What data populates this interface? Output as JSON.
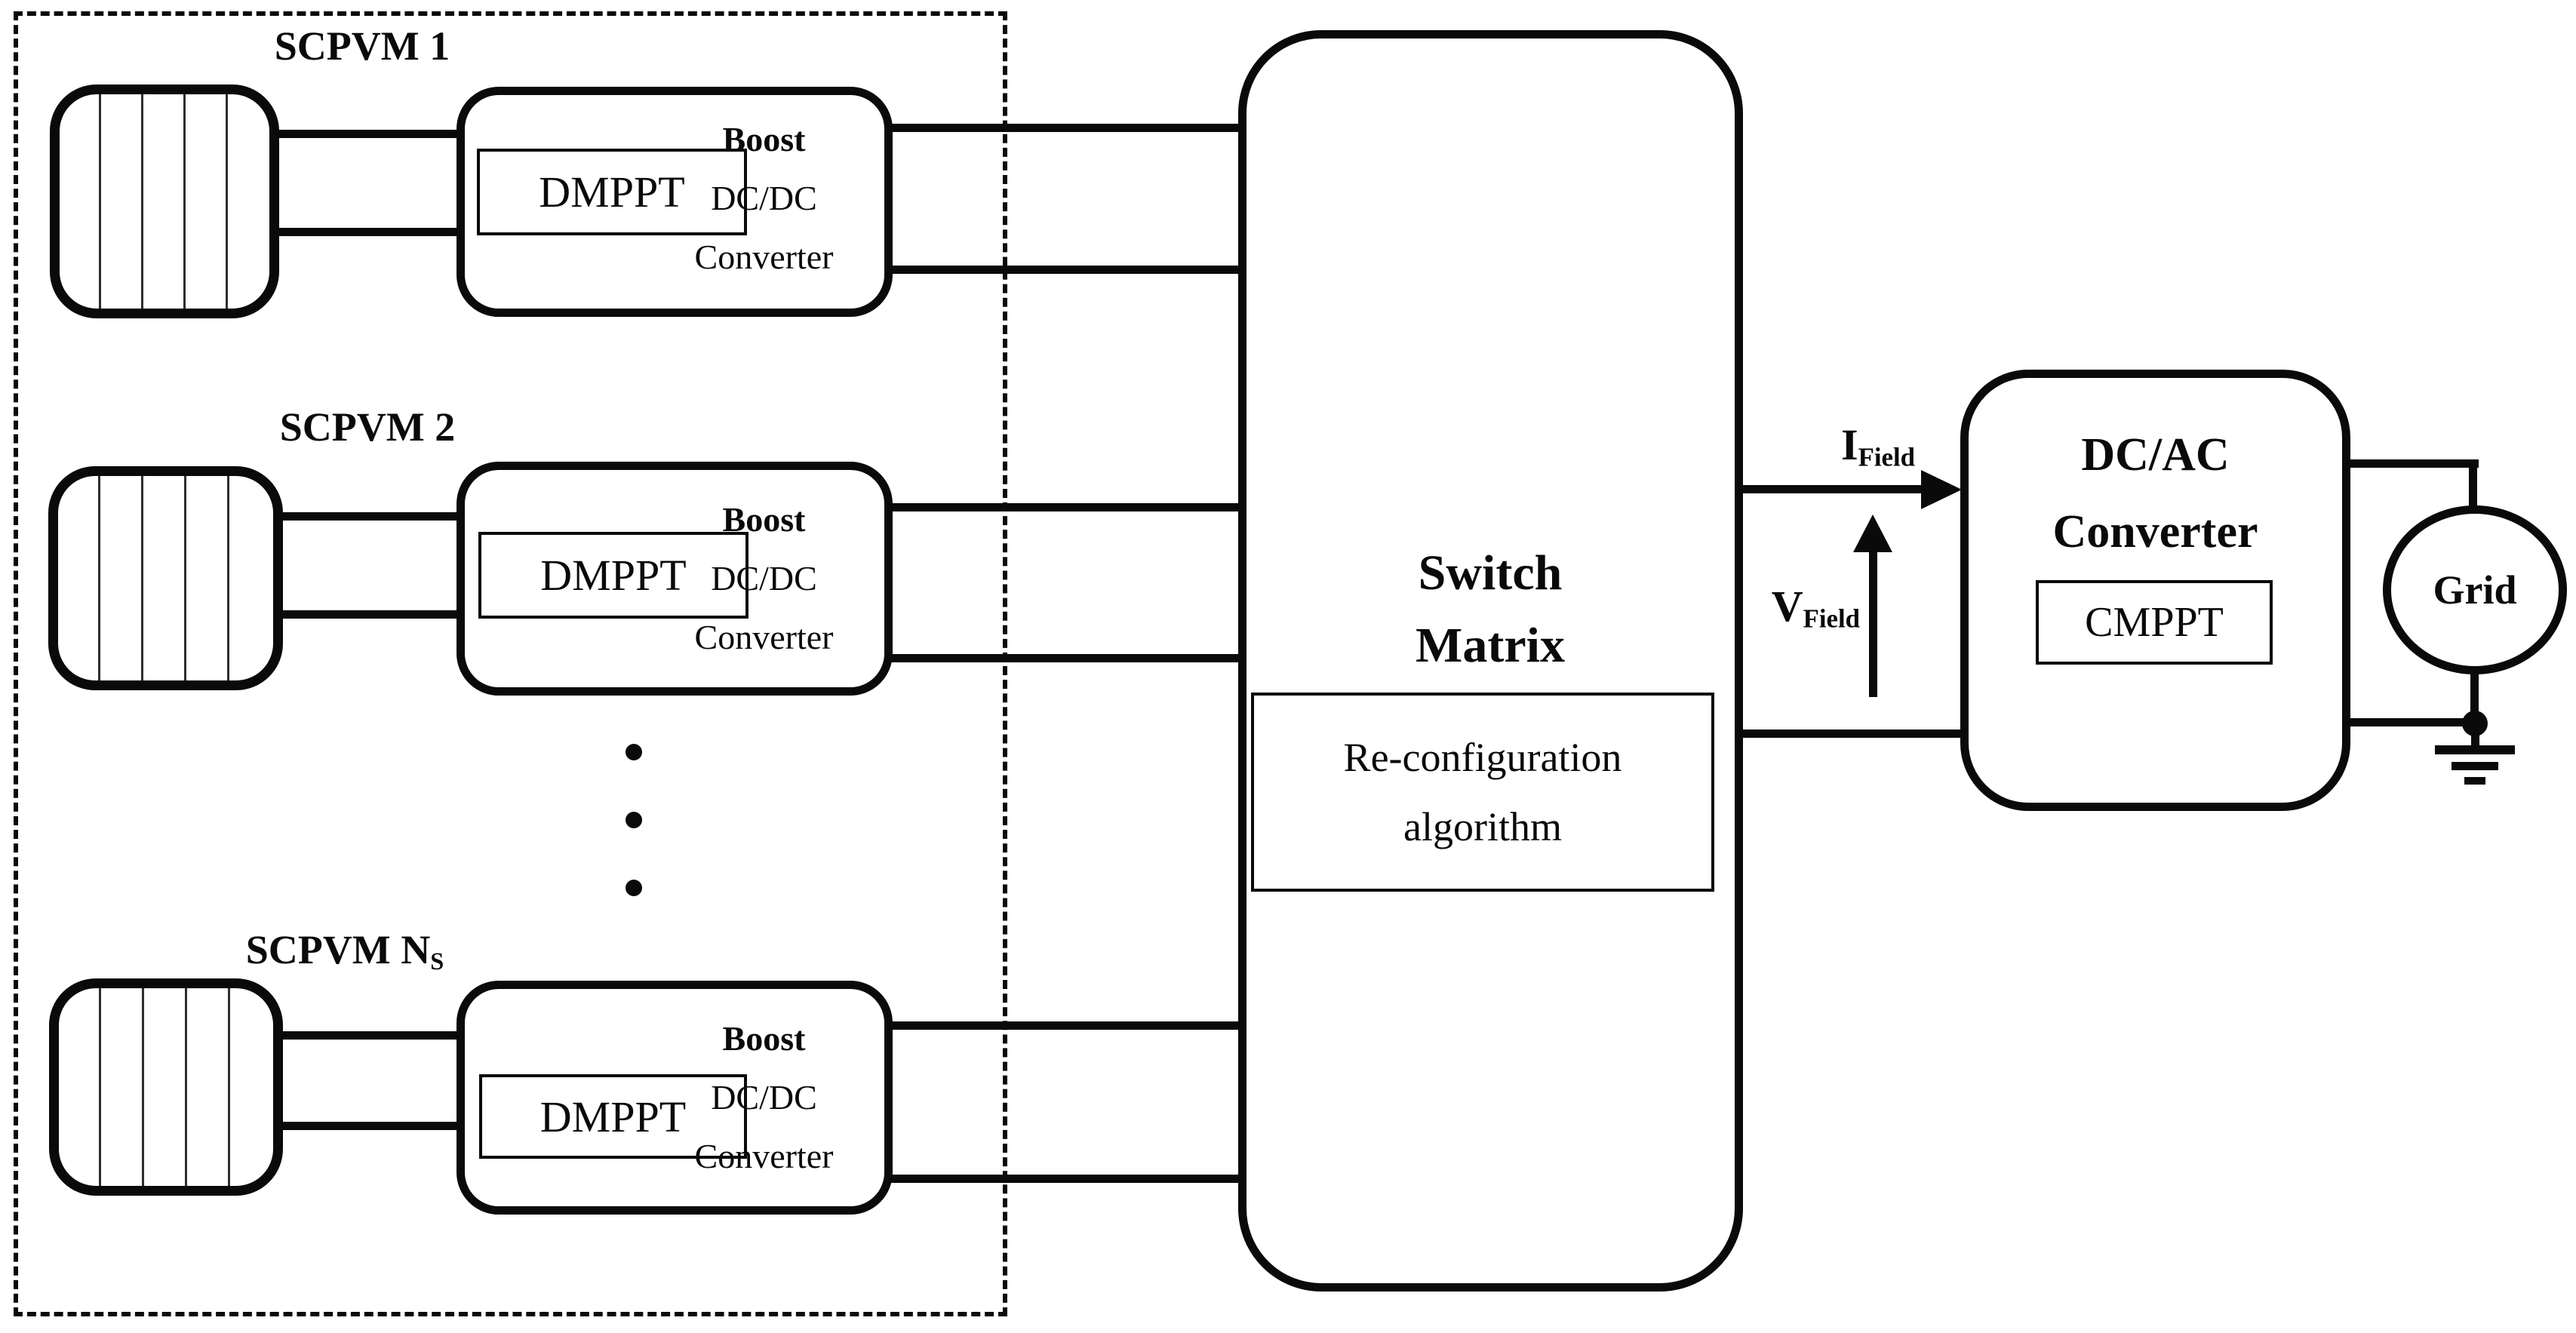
{
  "colors": {
    "ink": "#0a0a0a",
    "paper": "#ffffff"
  },
  "rows": [
    {
      "name": "SCPVM 1",
      "name_sub": "",
      "dmppt_label": "DMPPT",
      "boost_label": "Boost",
      "dcdc_label": "DC/DC",
      "converter_label": "Converter"
    },
    {
      "name": "SCPVM 2",
      "name_sub": "",
      "dmppt_label": "DMPPT",
      "boost_label": "Boost",
      "dcdc_label": "DC/DC",
      "converter_label": "Converter"
    },
    {
      "name": "SCPVM N",
      "name_sub": "S",
      "dmppt_label": "DMPPT",
      "boost_label": "Boost",
      "dcdc_label": "DC/DC",
      "converter_label": "Converter"
    }
  ],
  "switch_matrix": {
    "title_line1": "Switch",
    "title_line2": "Matrix",
    "algorithm_line1": "Re-configuration",
    "algorithm_line2": "algorithm"
  },
  "signals": {
    "current": {
      "base": "I",
      "sub": "Field"
    },
    "voltage": {
      "base": "V",
      "sub": "Field"
    }
  },
  "inverter": {
    "title_line1": "DC/AC",
    "title_line2": "Converter",
    "cmppt_label": "CMPPT"
  },
  "grid": {
    "label": "Grid"
  }
}
